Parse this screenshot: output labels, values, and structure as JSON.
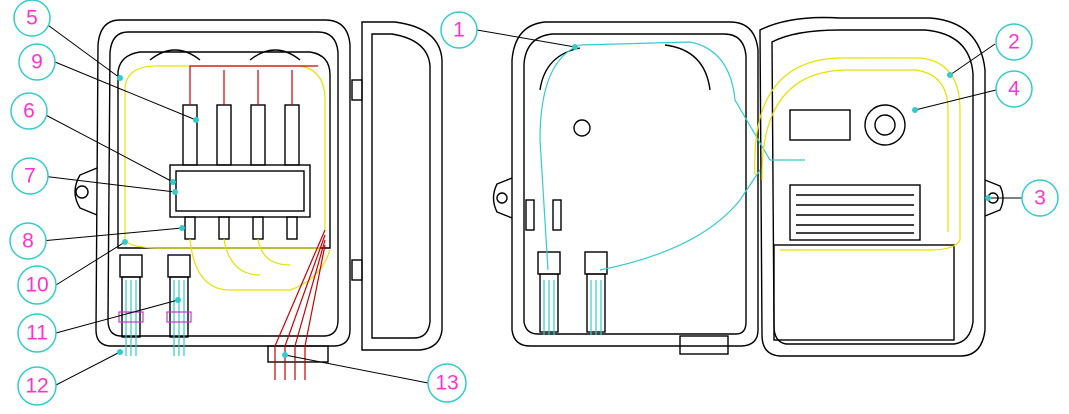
{
  "diagram": {
    "type": "technical-line-drawing",
    "subject": "fiber optic terminal box, two views",
    "colors": {
      "outline": "#000000",
      "callout": "#33cccc",
      "callout_text": "#ff33cc",
      "fiber_yellow": "#e8e000",
      "fiber_red": "#cc0000",
      "fiber_cyan": "#33cccc",
      "fiber_magenta": "#cc33cc"
    },
    "callouts": [
      {
        "id": "1",
        "label": "1"
      },
      {
        "id": "2",
        "label": "2"
      },
      {
        "id": "3",
        "label": "3"
      },
      {
        "id": "4",
        "label": "4"
      },
      {
        "id": "5",
        "label": "5"
      },
      {
        "id": "6",
        "label": "6"
      },
      {
        "id": "7",
        "label": "7"
      },
      {
        "id": "8",
        "label": "8"
      },
      {
        "id": "9",
        "label": "9"
      },
      {
        "id": "10",
        "label": "10"
      },
      {
        "id": "11",
        "label": "11"
      },
      {
        "id": "12",
        "label": "12"
      },
      {
        "id": "13",
        "label": "13"
      }
    ]
  }
}
